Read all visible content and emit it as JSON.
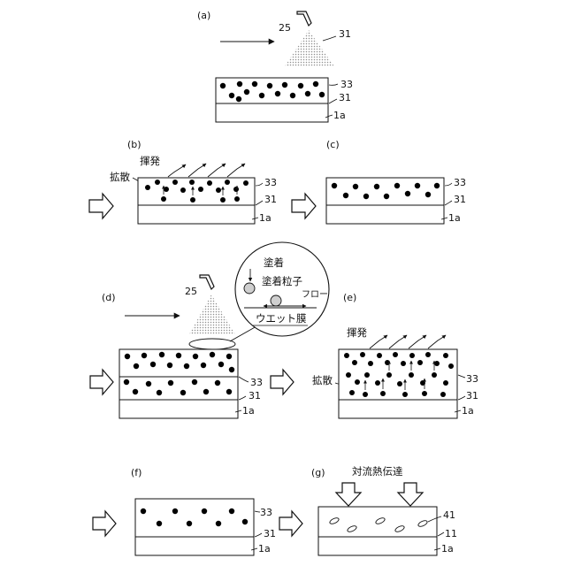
{
  "panels": {
    "a": {
      "tag": "(a)",
      "nozzle_label": "25",
      "spray_label": "31",
      "layer_labels": [
        "33",
        "31",
        "1a"
      ]
    },
    "b": {
      "tag": "(b)",
      "evaporation": "揮発",
      "diffusion": "拡散",
      "layer_labels": [
        "33",
        "31",
        "1a"
      ]
    },
    "c": {
      "tag": "(c)",
      "layer_labels": [
        "33",
        "31",
        "1a"
      ]
    },
    "d": {
      "tag": "(d)",
      "nozzle_label": "25",
      "layer_labels": [
        "33",
        "31",
        "1a"
      ],
      "inset": {
        "adhesion": "塗着",
        "adhered_particle": "塗着粒子",
        "flow": "フロー",
        "wet_film": "ウエット膜"
      }
    },
    "e": {
      "tag": "(e)",
      "evaporation": "揮発",
      "diffusion": "拡散",
      "layer_labels": [
        "33",
        "31",
        "1a"
      ]
    },
    "f": {
      "tag": "(f)",
      "layer_labels": [
        "33",
        "31",
        "1a"
      ]
    },
    "g": {
      "tag": "(g)",
      "convection": "対流熱伝達",
      "layer_labels": [
        "41",
        "11",
        "1a"
      ]
    }
  },
  "colors": {
    "ink": "#111111",
    "spray": "#9a9a9a",
    "particle": "#000000",
    "inset_particle": "#cfcfcf"
  }
}
